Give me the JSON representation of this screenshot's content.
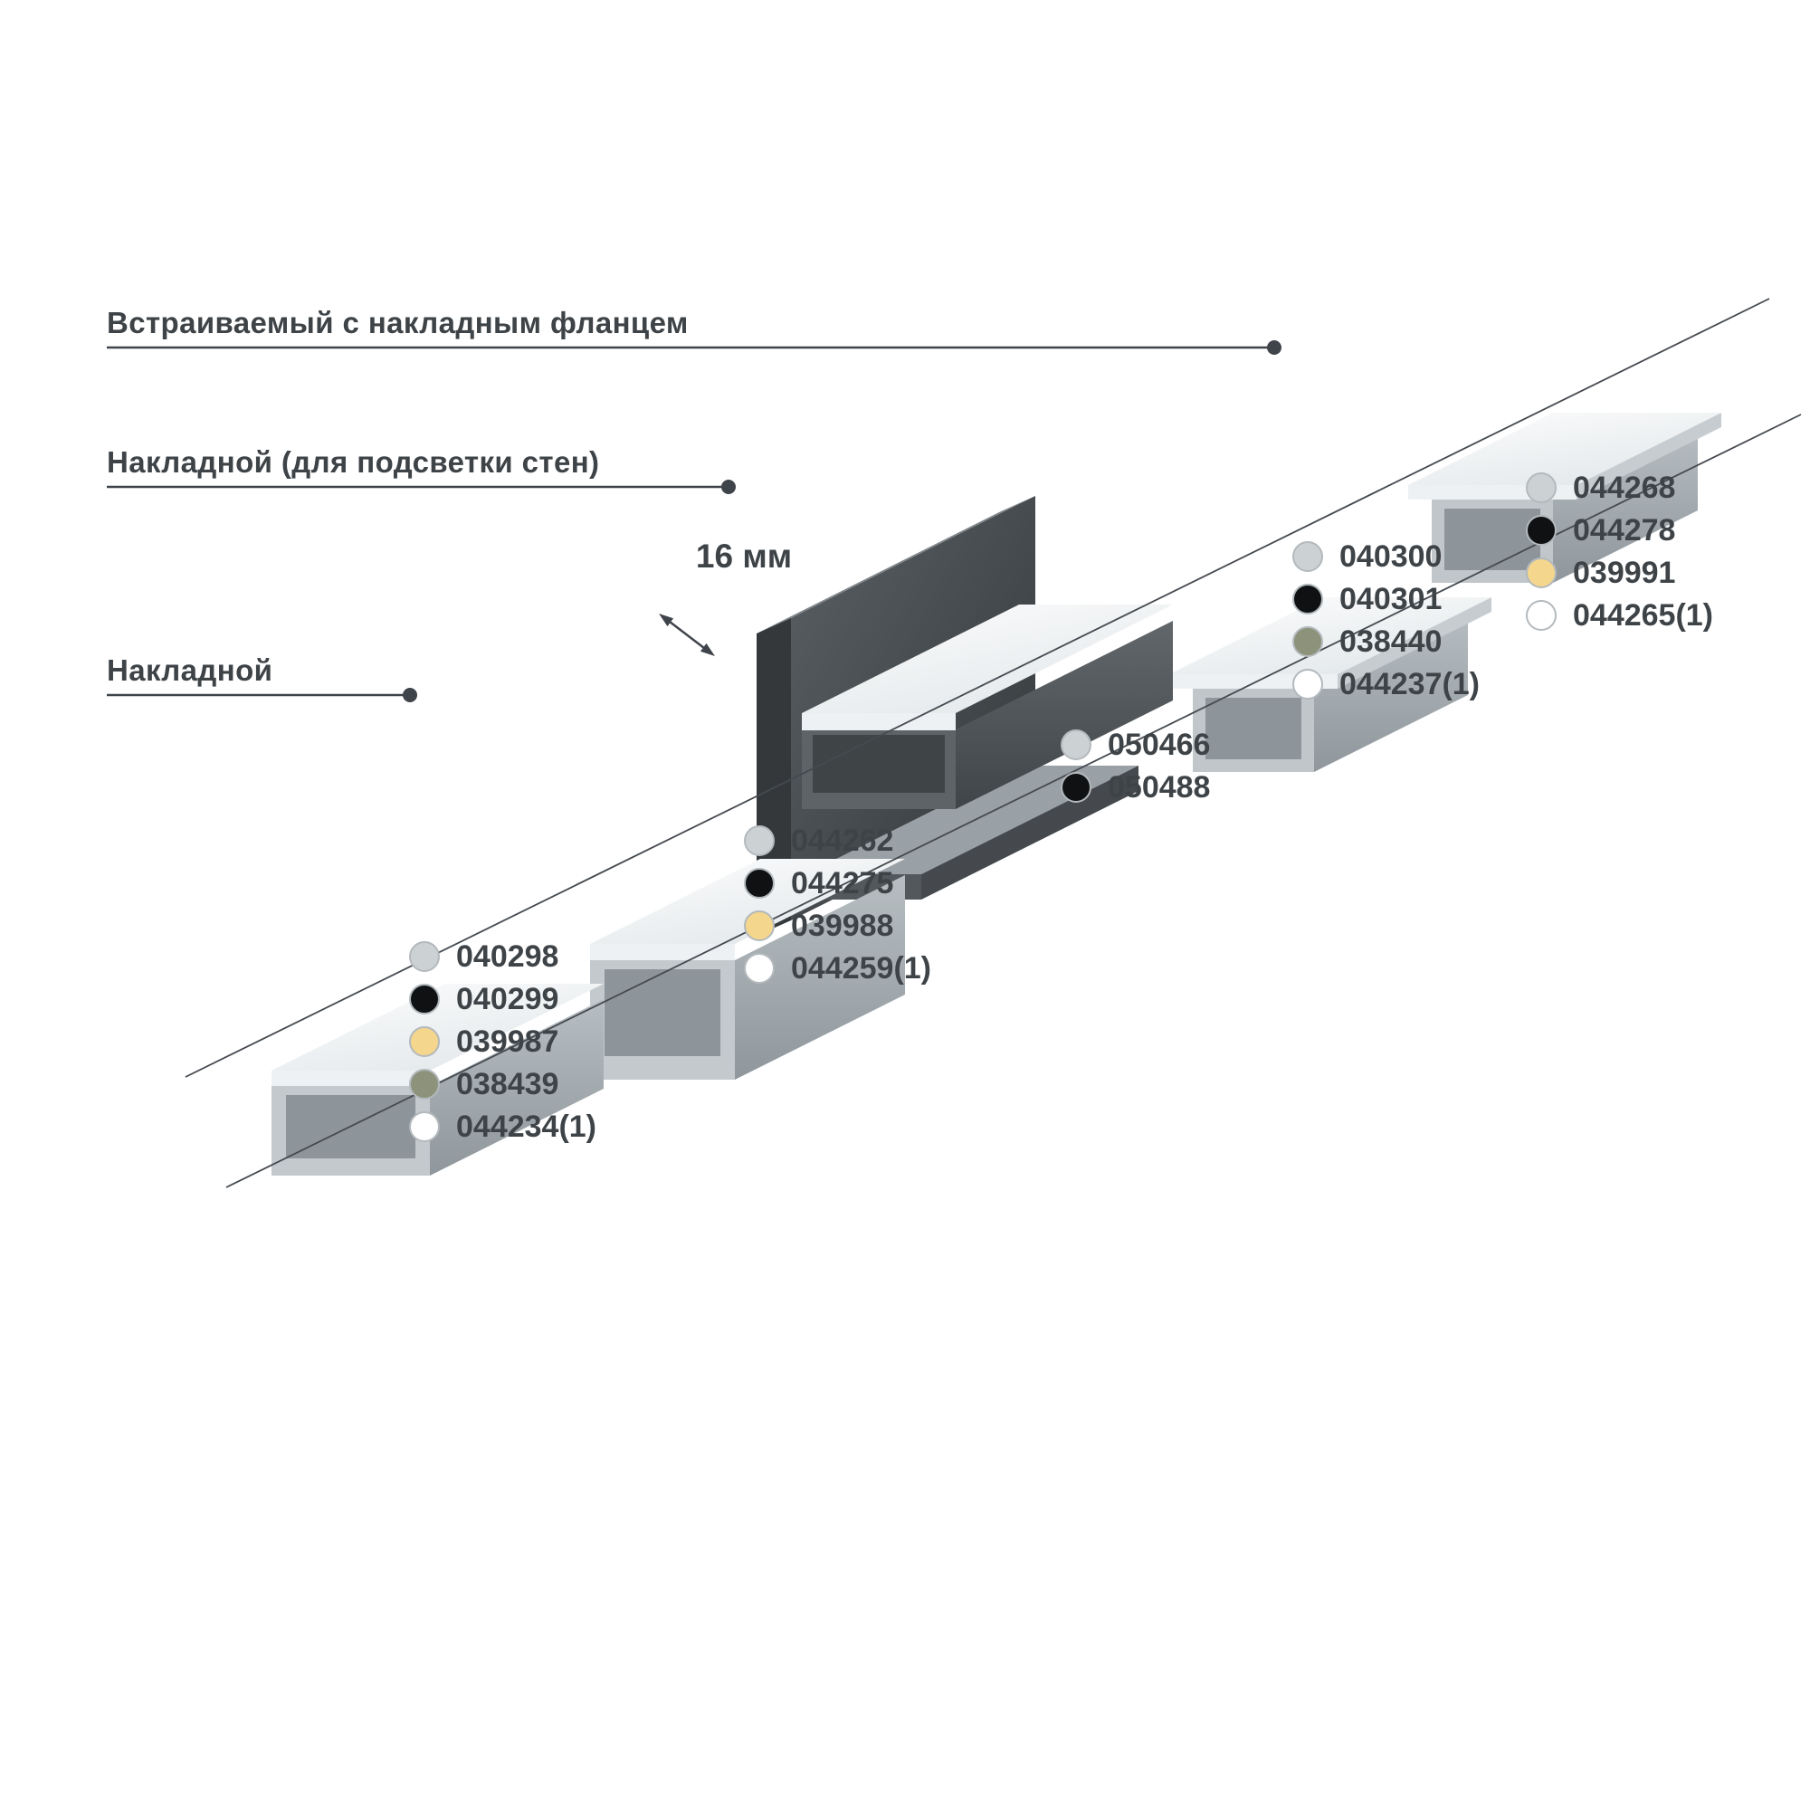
{
  "labels": {
    "recessed_flange": "Встраиваемый с накладным фланцем",
    "surface_wall": "Накладной (для подсветки стен)",
    "surface": "Накладной"
  },
  "dimension": {
    "label": "16 мм"
  },
  "palette": {
    "text": "#3e4347",
    "line": "#3f444a",
    "swatch_gray": "#ccd1d4",
    "swatch_black": "#101112",
    "swatch_yellow": "#f4d68c",
    "swatch_olive": "#8d927b",
    "swatch_white": "#ffffff"
  },
  "product_groups": [
    {
      "id": "surface-low",
      "items": [
        {
          "code": "040298",
          "dot_color": "#ccd1d4"
        },
        {
          "code": "040299",
          "dot_color": "#101112"
        },
        {
          "code": "039987",
          "dot_color": "#f4d68c"
        },
        {
          "code": "038439",
          "dot_color": "#8d927b"
        },
        {
          "code": "044234(1)",
          "dot_color": "#ffffff"
        }
      ]
    },
    {
      "id": "surface-tall",
      "items": [
        {
          "code": "044262",
          "dot_color": "#ccd1d4"
        },
        {
          "code": "044275",
          "dot_color": "#101112"
        },
        {
          "code": "039988",
          "dot_color": "#f4d68c"
        },
        {
          "code": "044259(1)",
          "dot_color": "#ffffff"
        }
      ]
    },
    {
      "id": "wall-mount",
      "items": [
        {
          "code": "050466",
          "dot_color": "#ccd1d4"
        },
        {
          "code": "050488",
          "dot_color": "#101112"
        }
      ]
    },
    {
      "id": "recessed-1",
      "items": [
        {
          "code": "040300",
          "dot_color": "#ccd1d4"
        },
        {
          "code": "040301",
          "dot_color": "#101112"
        },
        {
          "code": "038440",
          "dot_color": "#8d927b"
        },
        {
          "code": "044237(1)",
          "dot_color": "#ffffff"
        }
      ]
    },
    {
      "id": "recessed-2",
      "items": [
        {
          "code": "044268",
          "dot_color": "#ccd1d4"
        },
        {
          "code": "044278",
          "dot_color": "#101112"
        },
        {
          "code": "039991",
          "dot_color": "#f4d68c"
        },
        {
          "code": "044265(1)",
          "dot_color": "#ffffff"
        }
      ]
    }
  ]
}
